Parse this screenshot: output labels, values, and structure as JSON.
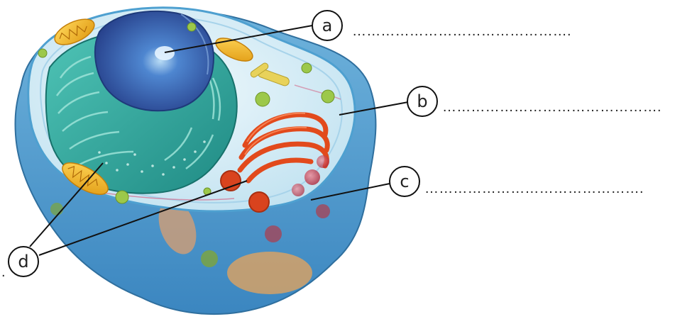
{
  "labels": {
    "a": {
      "letter": "a",
      "answer_line": "………………………………………."
    },
    "b": {
      "letter": "b",
      "answer_line": "………………………………………."
    },
    "c": {
      "letter": "c",
      "answer_line": "………………………………………."
    },
    "d": {
      "letter": "d",
      "answer_line": "."
    }
  },
  "colors": {
    "cytoplasm": "#dbeef6",
    "membrane": "#5aa7d6",
    "nucleus": "#2f5fb0",
    "endoplasmic_reticulum": "#2aa39a",
    "golgi": "#e24a1c",
    "mitochondria": "#f2b31f",
    "lysosome": "#c23b4a",
    "vesicle": "#8cb43a"
  }
}
